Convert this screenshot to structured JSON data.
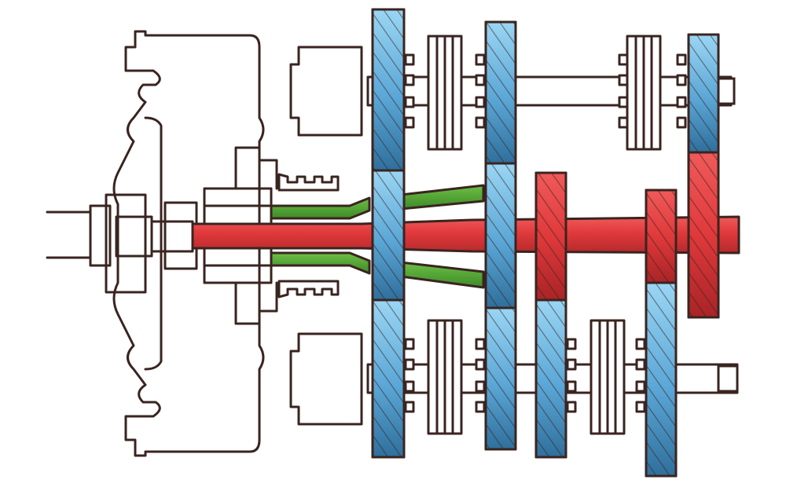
{
  "diagram": {
    "subject": "dual-clutch-transmission-cutaway",
    "labels": [],
    "colors": {
      "outline": "#3a2420",
      "background": "#ffffff",
      "input_shaft_red": "#e0393b",
      "input_shaft_red_dark": "#a92426",
      "hollow_shaft_green": "#4f9d33",
      "countershaft_gear_blue_light": "#8fd0f2",
      "countershaft_gear_blue_dark": "#2f6f9c"
    },
    "components": [
      "clutch-housing",
      "input-shaft",
      "hollow-input-shaft",
      "upper-countershaft",
      "lower-countershaft",
      "synchronizer-sleeves",
      "bearings"
    ]
  }
}
